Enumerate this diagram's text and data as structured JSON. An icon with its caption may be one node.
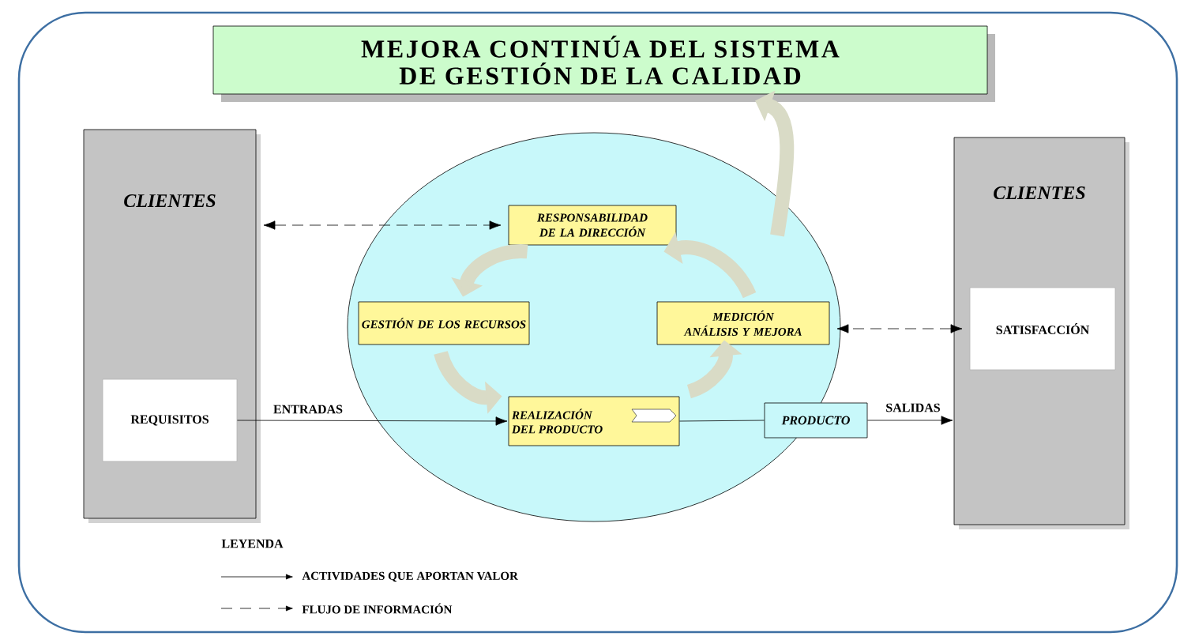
{
  "diagram": {
    "nodes": [
      {
        "text": [
          "MEJORA CONTINÚA DEL SISTEMA DE GESTIÓN DE LA CALIDAD"
        ]
      },
      {
        "text": [
          "CLIENTES"
        ]
      },
      {
        "text": [
          "REQUISITOS"
        ],
        "in": 1
      },
      {
        "text": [],
        "shape": "circle"
      },
      {
        "text": [
          "RESPONSABILIDAD DE LA DIRECCIÓN"
        ],
        "in": 3
      },
      {
        "text": [
          "GESTIÓN DE LOS RECURSOS"
        ],
        "in": 3
      },
      {
        "text": [
          "MEDICIÓN ANÁLISIS Y MEJORA"
        ],
        "in": 3
      },
      {
        "text": [
          "REALIZACIÓN DEL PRODUCTO"
        ],
        "in": 3
      },
      {
        "text": [
          "PRODUCTO"
        ]
      },
      {
        "text": [
          "CLIENTES"
        ]
      },
      {
        "text": [
          "SATISFACCIÓN"
        ],
        "in": 9
      }
    ],
    "edges": [
      {
        "from": 2,
        "to": 7,
        "arrow": "to",
        "label": "ENTRADAS"
      },
      {
        "from": 7,
        "to": 8,
        "arrow": "none"
      },
      {
        "from": 8,
        "to": 9,
        "arrow": "to",
        "label": "SALIDAS"
      },
      {
        "from": 1,
        "to": 4,
        "arrow": "both",
        "style": "dashed"
      },
      {
        "from": 10,
        "to": 6,
        "arrow": "both",
        "style": "dashed"
      },
      {
        "from": 4,
        "to": 5,
        "arrow": "to",
        "style": "thick",
        "color": "#d9dbc6"
      },
      {
        "from": 5,
        "to": 7,
        "arrow": "to",
        "style": "thick",
        "color": "#d9dbc6"
      },
      {
        "from": 7,
        "to": 6,
        "arrow": "to",
        "style": "thick",
        "color": "#d9dbc6"
      },
      {
        "from": 6,
        "to": 4,
        "arrow": "to",
        "style": "thick",
        "color": "#d9dbc6"
      },
      {
        "from": 3,
        "to": 0,
        "arrow": "to",
        "style": "thick",
        "color": "#d9dbc6"
      }
    ],
    "labels": [
      "LEYENDA"
    ],
    "legend": [
      {
        "text": "ACTIVIDADES QUE APORTAN VALOR"
      },
      {
        "text": "FLUJO DE INFORMACIÓN"
      }
    ]
  }
}
